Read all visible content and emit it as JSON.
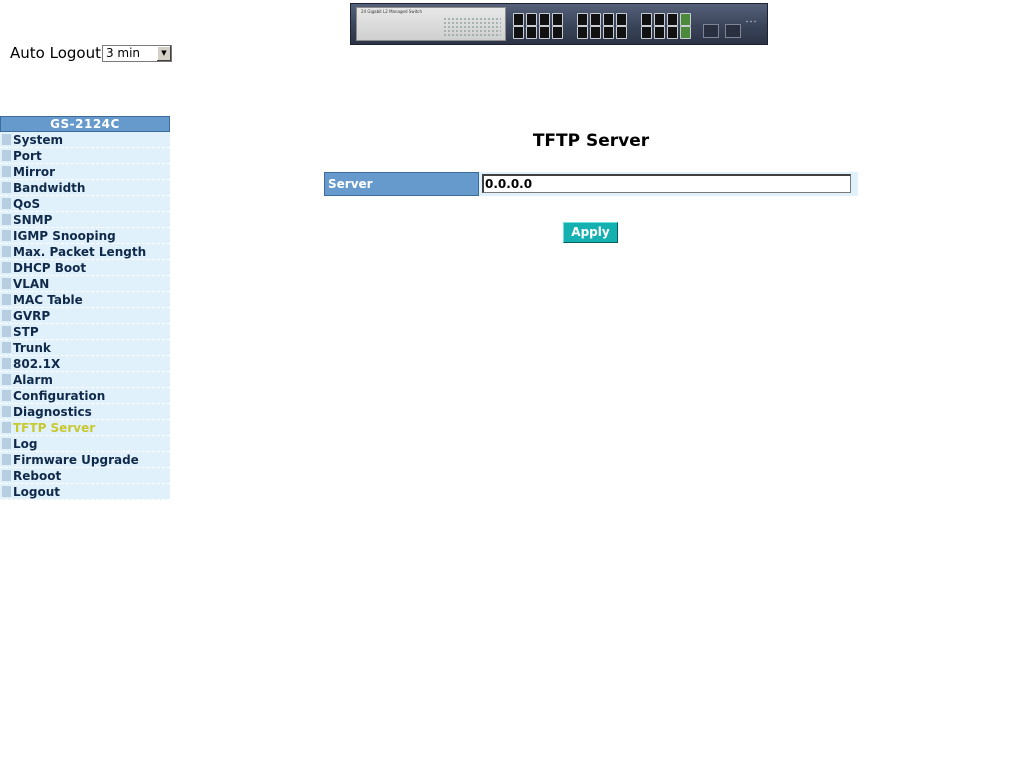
{
  "banner": {
    "model_text": "24 Gigabit L2 Managed Switch"
  },
  "auto_logout": {
    "label": "Auto Logout",
    "selected": "3 min"
  },
  "sidebar": {
    "header": "GS-2124C",
    "items": [
      {
        "label": "System"
      },
      {
        "label": "Port"
      },
      {
        "label": "Mirror"
      },
      {
        "label": "Bandwidth"
      },
      {
        "label": "QoS"
      },
      {
        "label": "SNMP"
      },
      {
        "label": "IGMP Snooping"
      },
      {
        "label": "Max. Packet Length"
      },
      {
        "label": "DHCP Boot"
      },
      {
        "label": "VLAN"
      },
      {
        "label": "MAC Table"
      },
      {
        "label": "GVRP"
      },
      {
        "label": "STP"
      },
      {
        "label": "Trunk"
      },
      {
        "label": "802.1X"
      },
      {
        "label": "Alarm"
      },
      {
        "label": "Configuration"
      },
      {
        "label": "Diagnostics"
      },
      {
        "label": "TFTP Server"
      },
      {
        "label": "Log"
      },
      {
        "label": "Firmware Upgrade"
      },
      {
        "label": "Reboot"
      },
      {
        "label": "Logout"
      }
    ],
    "active_index": 18
  },
  "main": {
    "title": "TFTP Server",
    "form": {
      "server_label": "Server",
      "server_value": "0.0.0.0"
    },
    "apply_label": "Apply"
  },
  "colors": {
    "header_blue": "#6699cc",
    "menu_bg": "#e1f1fb",
    "menu_text": "#0f2a4a",
    "active_text": "#c8c830",
    "apply_bg": "#15b0b0"
  },
  "icons": {
    "menu_item": "square-bullet-icon",
    "dropdown": "triangle-down-icon"
  }
}
